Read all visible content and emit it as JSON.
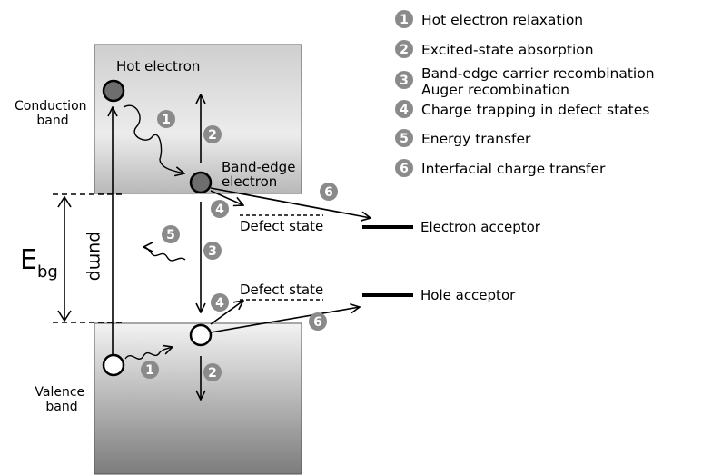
{
  "legend": [
    {
      "number": "1",
      "lines": [
        "Hot electron relaxation"
      ]
    },
    {
      "number": "2",
      "lines": [
        "Excited-state absorption"
      ]
    },
    {
      "number": "3",
      "lines": [
        "Band-edge carrier recombination",
        "Auger recombination"
      ]
    },
    {
      "number": "4",
      "lines": [
        "Charge trapping in defect states"
      ]
    },
    {
      "number": "5",
      "lines": [
        "Energy transfer"
      ]
    },
    {
      "number": "6",
      "lines": [
        "Interfacial charge transfer"
      ]
    }
  ],
  "labels": {
    "hot_electron": "Hot electron",
    "conduction_band": [
      "Conduction",
      "band"
    ],
    "valence_band": [
      "Valence",
      "band"
    ],
    "band_edge_electron": [
      "Band-edge",
      "electron"
    ],
    "defect_state_upper": "Defect state",
    "defect_state_lower": "Defect state",
    "electron_acceptor": "Electron acceptor",
    "hole_acceptor": "Hole acceptor",
    "pump": "pump",
    "ebg_main": "E",
    "ebg_sub": "bg"
  },
  "colors": {
    "badge": "#8a8a8a",
    "filled_electron": "#6e6e6e",
    "band_light": "#f0f0f0",
    "band_mid": "#cfcfcf",
    "valence_dark": "#7c7c7c"
  }
}
